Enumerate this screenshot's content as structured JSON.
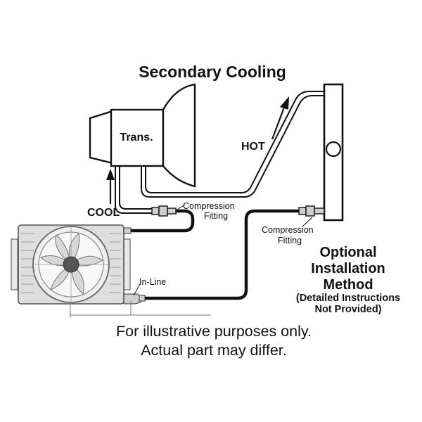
{
  "diagram": {
    "title": "Secondary Cooling",
    "labels": {
      "trans": "Trans.",
      "hot": "HOT",
      "cool": "COOL",
      "compression_fitting_1_line1": "Compression",
      "compression_fitting_1_line2": "Fitting",
      "compression_fitting_2_line1": "Compression",
      "compression_fitting_2_line2": "Fitting",
      "in_line": "In-Line"
    },
    "optional_method": {
      "line1": "Optional",
      "line2": "Installation",
      "line3": "Method",
      "note_line1": "(Detailed Instructions",
      "note_line2": "Not Provided)"
    },
    "disclaimer": {
      "line1": "For illustrative purposes only.",
      "line2": "Actual part may differ."
    },
    "colors": {
      "line": "#111111",
      "hose": "#111111",
      "cooler_fill": "#e2e2e2",
      "cooler_stroke": "#555555",
      "fitting_fill": "#cfcfcf"
    }
  }
}
